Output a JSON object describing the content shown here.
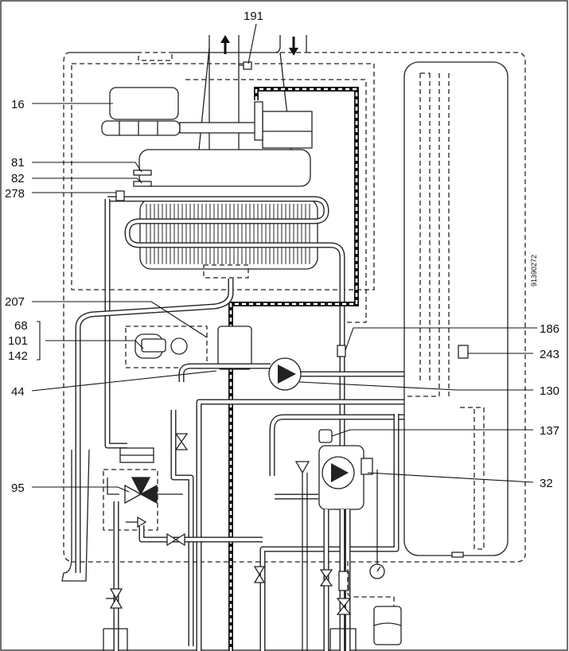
{
  "labels": {
    "l191": "191",
    "l16": "16",
    "l81": "81",
    "l82": "82",
    "l278": "278",
    "l207": "207",
    "l68": "68",
    "l101": "101",
    "l142": "142",
    "l44": "44",
    "l95": "95",
    "l186": "186",
    "l243": "243",
    "l130": "130",
    "l137": "137",
    "l32": "32"
  },
  "document_code": "91390272",
  "colors": {
    "line": "#222222",
    "background": "#ffffff"
  }
}
